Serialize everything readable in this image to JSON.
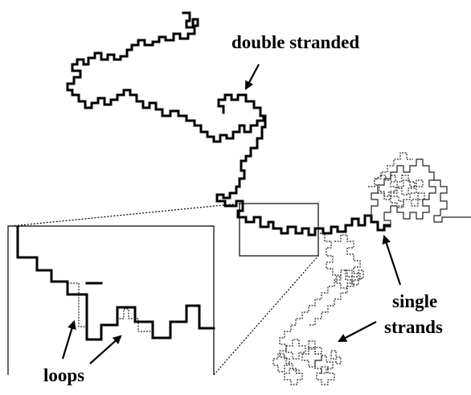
{
  "labels": {
    "double_stranded": "double stranded",
    "single": "single",
    "strands": "strands",
    "loops": "loops"
  }
}
